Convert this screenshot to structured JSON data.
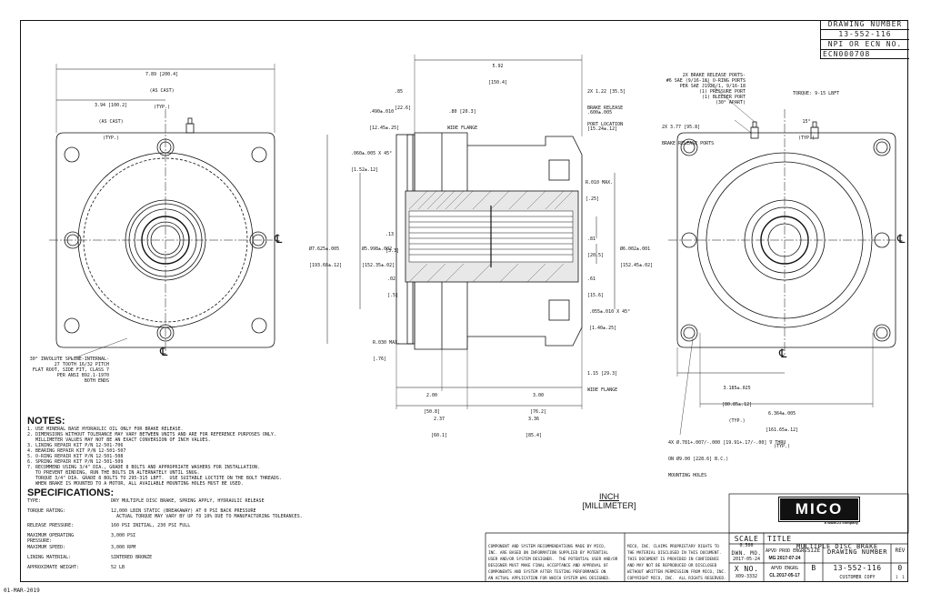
{
  "titleblock_top": {
    "drawing_number_label": "DRAWING NUMBER",
    "drawing_number": "13-552-116",
    "npi_label": "NPI OR ECN NO.",
    "npi_value": "ECN000708"
  },
  "side_date": "01-MAR-2019",
  "front_view": {
    "dim_overall": "7.89 [200.4]",
    "dim_overall_sub": "(AS CAST)",
    "dim_overall_typ": "(TYP.)",
    "dim_half": "3.94 [100.2]",
    "dim_half_sub": "(AS CAST)",
    "dim_half_typ": "(TYP.)",
    "centerline": "℄",
    "bottom_cl": "℄",
    "spline_note": "30° INVOLUTE SPLINE-INTERNAL-\n27 TOOTH 16/32 PITCH\nFLAT ROOT, SIDE FIT, CLASS 7\nPER ANSI B92.1-1970\nBOTH ENDS"
  },
  "section_view": {
    "dim_top": "5.92",
    "dim_top_mm": "[150.4]",
    "dim_85": ".85",
    "dim_85_mm": "[22.6]",
    "dim_490": ".490±.010",
    "dim_490_mm": "[12.45±.25]",
    "dim_80": ".80 [20.3]",
    "dim_80_sub": "WIDE FLANGE",
    "dim_2x122": "2X 1.22 [35.5]",
    "dim_2x122_sub1": "BRAKE RELEASE",
    "dim_2x122_sub2": "PORT LOCATION",
    "dim_600": ".600±.005",
    "dim_600_mm": "[15.24±.12]",
    "dim_chamfer": ".060±.005 X 45°",
    "dim_chamfer_mm": "[1.52±.12]",
    "dim_r010": "R.010 MAX.",
    "dim_r010_mm": "[.25]",
    "dim_13": ".13",
    "dim_13_mm": "[3.3]",
    "dim_02": ".02",
    "dim_02_mm": "[.5]",
    "dim_dia7625": "Ø7.625±.005",
    "dim_dia7625_mm": "[193.68±.12]",
    "dim_dia5998": "Ø5.998±.002",
    "dim_dia5998_mm": "[152.35±.02]",
    "dim_81a": ".81",
    "dim_81a_mm": "[20.5]",
    "dim_61": ".61",
    "dim_61_mm": "[15.6]",
    "dim_dia6002": "Ø6.002±.001",
    "dim_dia6002_mm": "[152.45±.02]",
    "dim_055": ".055±.010 X 45°",
    "dim_055_mm": "[1.40±.25]",
    "dim_r030": "R.030 MAX.",
    "dim_r030_mm": "[.76]",
    "dim_115": "1.15 [29.3]",
    "dim_115_sub": "WIDE FLANGE",
    "dim_200": "2.00",
    "dim_200_mm": "[50.8]",
    "dim_300": "3.00",
    "dim_300_mm": "[76.2]",
    "dim_237": "2.37",
    "dim_237_mm": "[60.1]",
    "dim_336": "3.36",
    "dim_336_mm": "[85.4]"
  },
  "rear_view": {
    "ports_note": "2X BRAKE RELEASE PORTS-\n#6 SAE (9/16-18) O-RING PORTS\nPER SAE J1926/1, 9/16-18\n(1) PRESSURE PORT\n(1) BLEEDER PORT\n(30° APART)",
    "torque_note": "TORQUE: 9-15 LBFT",
    "angle_15": "15°",
    "angle_typ": "(TYP.)",
    "dim_2x377": "2X 3.77 [95.8]",
    "dim_2x377_sub": "BRAKE RELEASE PORTS",
    "centerline": "℄",
    "bottom_cl": "℄",
    "dim_3185": "3.185±.025",
    "dim_3185_mm": "[80.85±.12]",
    "dim_3185_typ": "(TYP.)",
    "dim_6364": "6.364±.005",
    "dim_6364_mm": "[161.65±.12]",
    "dim_6364_typ": "(TYP.)",
    "holes_note": "4X Ø.781+.007/-.000 [19.91+.17/-.00] ∇ THRU",
    "holes_note2": "ON Ø9.00 [228.6] B.C.)",
    "holes_note3": "MOUNTING HOLES"
  },
  "notes": {
    "heading": "NOTES:",
    "items": [
      "1. USE MINERAL BASE HYDRAULIC OIL ONLY FOR BRAKE RELEASE.",
      "2. DIMENSIONS WITHOUT TOLERANCE MAY VARY BETWEEN UNITS AND ARE FOR REFERENCE PURPOSES ONLY.",
      "   MILLIMETER VALUES MAY NOT BE AN EXACT CONVERSION OF INCH VALUES.",
      "3. LINING REPAIR KIT P/N 12-501-706",
      "4. BEARING REPAIR KIT P/N 12-501-507",
      "5. O-RING REPAIR KIT P/N 12-501-508",
      "6. SPRING REPAIR KIT P/N 12-501-509",
      "7. RECOMMEND USING 3/4\" DIA., GRADE 8 BOLTS AND APPROPRIATE WASHERS FOR INSTALLATION.",
      "   TO PREVENT BINDING, RUN THE BOLTS IN ALTERNATELY UNTIL SNUG.",
      "   TORQUE 3/4\" DIA. GRADE 8 BOLTS TO 295-315 LBFT.  USE SUITABLE LOCTITE ON THE BOLT THREADS.",
      "   WHEN BRAKE IS MOUNTED TO A MOTOR, ALL AVAILABLE MOUNTING HOLES MUST BE USED."
    ]
  },
  "specs": {
    "heading": "SPECIFICATIONS:",
    "rows": [
      {
        "k": "TYPE:",
        "v": "DRY MULTIPLE DISC BRAKE, SPRING APPLY, HYDRAULIC RELEASE"
      },
      {
        "k": "TORQUE RATING:",
        "v": "12,000 LBIN STATIC (BREAKAWAY) AT 0 PSI BACK PRESSURE\n  ACTUAL TORQUE MAY VARY BY UP TO 10% DUE TO MANUFACTURING TOLERANCES."
      },
      {
        "k": "RELEASE PRESSURE:",
        "v": "160 PSI INITIAL, 230 PSI FULL"
      },
      {
        "k": "MAXIMUM OPERATING\nPRESSURE:",
        "v": "3,000 PSI"
      },
      {
        "k": "MAXIMUM SPEED:",
        "v": "3,000 RPM"
      },
      {
        "k": "LINING MATERIAL:",
        "v": "SINTERED BRONZE"
      },
      {
        "k": "APPROXIMATE WEIGHT:",
        "v": "52 LB"
      }
    ]
  },
  "units": {
    "inch": "INCH",
    "mm": "[MILLIMETER]"
  },
  "disclaimer_left": "COMPONENT AND SYSTEM RECOMMENDATIONS MADE BY MICO,\nINC. ARE BASED ON INFORMATION SUPPLIED BY POTENTIAL\nUSER AND/OR SYSTEM DESIGNER.  THE POTENTIAL USER AND/OR\nDESIGNER MUST MAKE FINAL ACCEPTANCE AND APPROVAL OF\nCOMPONENTS AND SYSTEM AFTER TESTING PERFORMANCE ON\nAN ACTUAL APPLICATION FOR WHICH SYSTEM WAS DESIGNED.",
  "disclaimer_right": "MICO, INC. CLAIMS PROPRIETARY RIGHTS TO\nTHE MATERIAL DISCLOSED IN THIS DOCUMENT.\nTHIS DOCUMENT IS PROVIDED IN CONFIDENCE\nAND MAY NOT BE REPRODUCED OR DISCLOSED\nWITHOUT WRITTEN PERMISSION FROM MICO, INC.\nCOPYRIGHT MICO, INC.  ALL RIGHTS RESERVED.",
  "logo": {
    "name": "MICO",
    "tag": "a WABCO company"
  },
  "titleblock": {
    "scale_label": "SCALE",
    "scale_value": "0.500",
    "title_label": "TITLE",
    "title_value": "MULTIPLE DISC BRAKE",
    "dwn_label": "DWN. MO.",
    "dwn_date": "2017-05-24",
    "apvd_prod_label": "APVD PROD ENGRG",
    "apvd_prod_value": "MG 2017-07-24",
    "size_label": "SIZE",
    "size_value": "B",
    "dn_label": "DRAWING NUMBER",
    "dn_value": "13-552-116",
    "rev_label": "REV",
    "rev_value": "0",
    "xno_label": "X NO.",
    "xno_value": "X09-3332",
    "apvd_engrg_label": "APVD ENGRG",
    "apvd_engrg_value": "CL 2017-05-17",
    "copy_label": "CUSTOMER COPY",
    "sheet": "1  1"
  }
}
